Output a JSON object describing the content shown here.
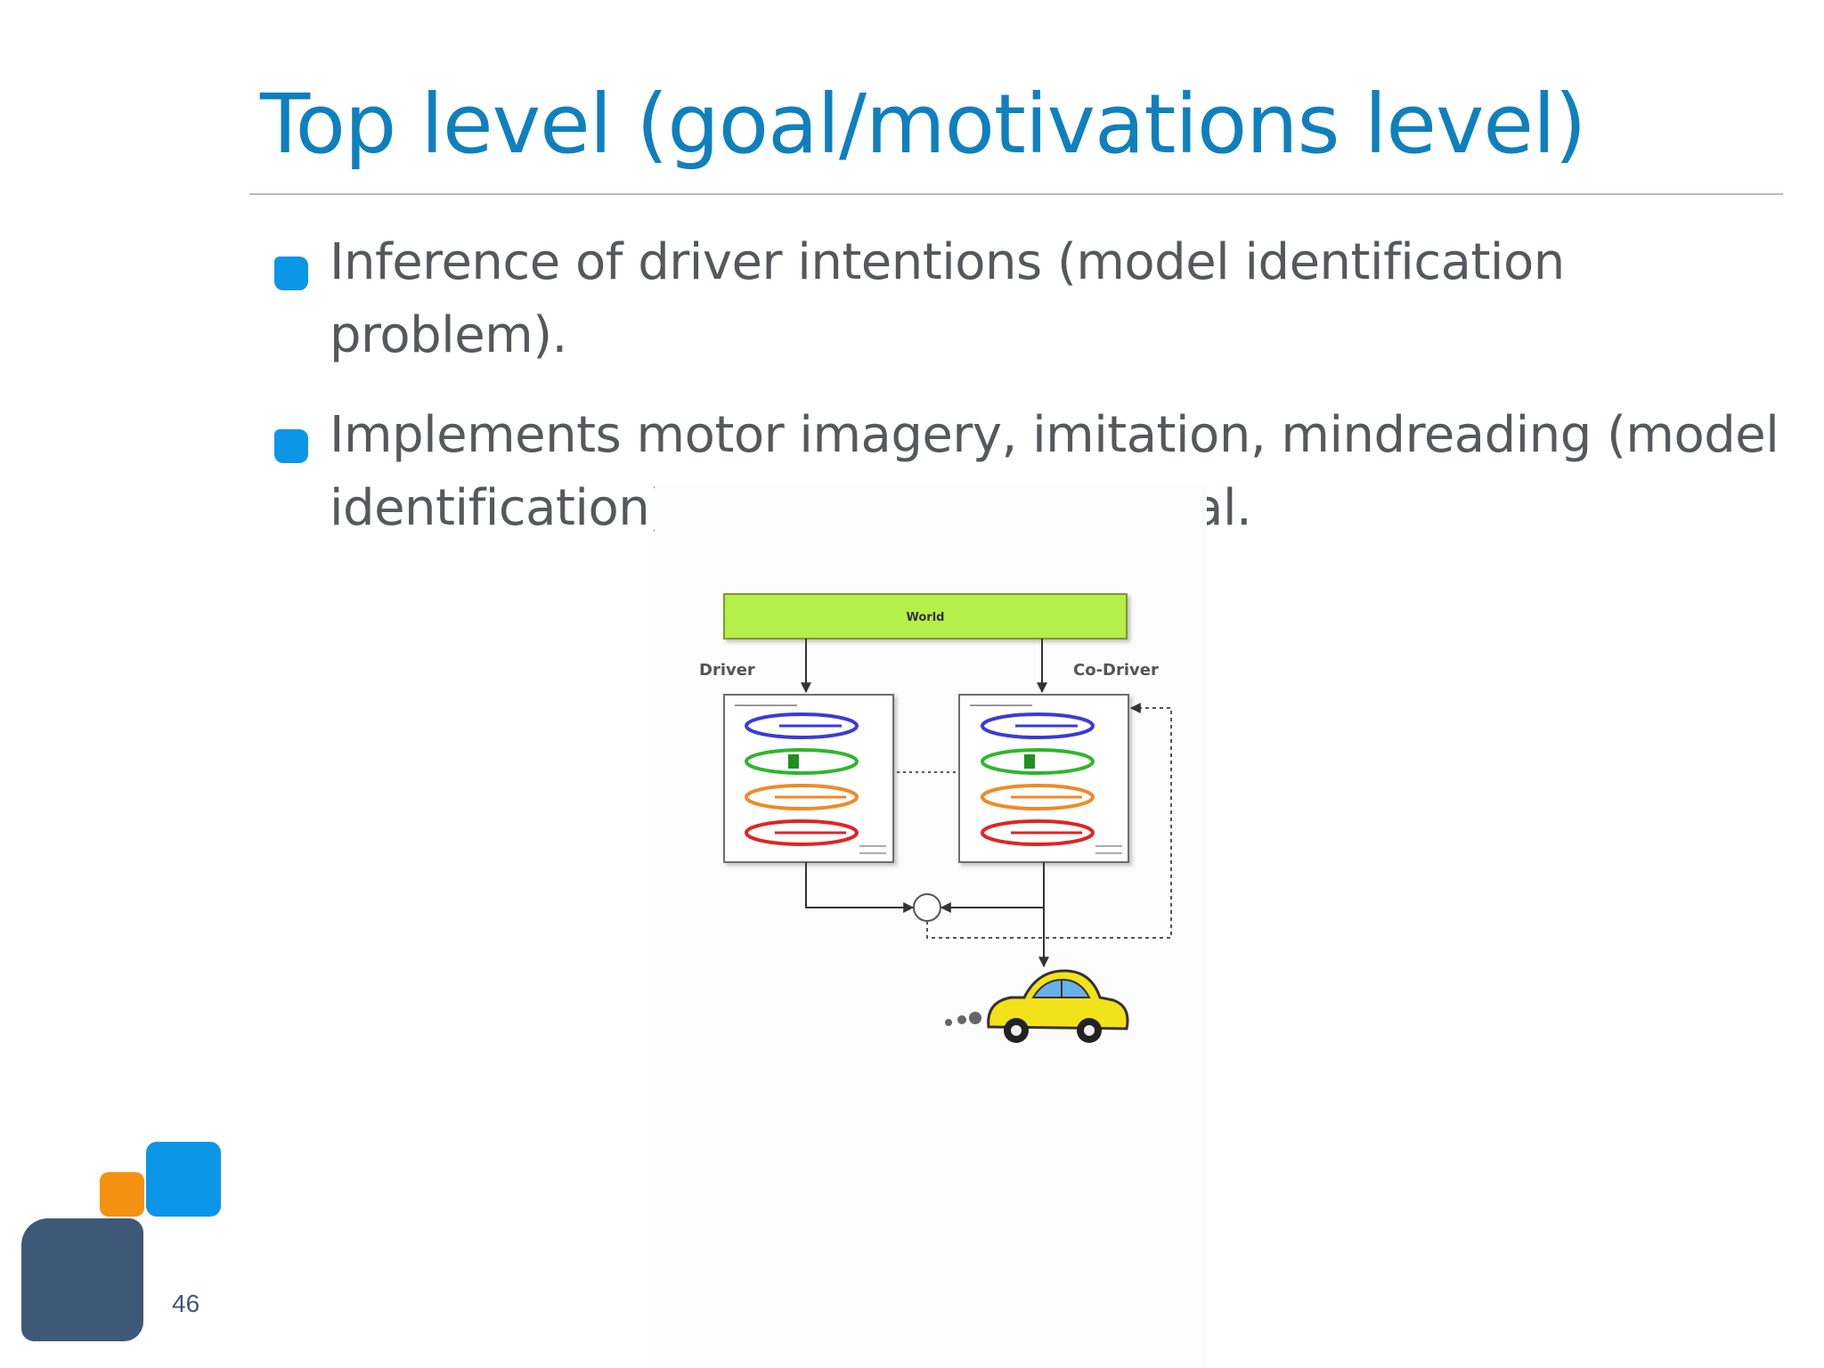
{
  "slide": {
    "title": "Top level (goal/motivations level)",
    "bullets": [
      "Inference of driver intentions (model identification problem).",
      "Implements motor imagery, imitation, mindreading (model identification) for all meaningful goal."
    ],
    "page_number": "46"
  },
  "figure": {
    "world_label": "World",
    "driver_label": "Driver",
    "codriver_label": "Co-Driver",
    "loop_colors": [
      "#3b3bd6",
      "#2fb52f",
      "#f08a24",
      "#e02424"
    ],
    "box_border_color": "#6e6e6e",
    "world_fill_color": "#b4f04a",
    "car_color": "#f2e21a"
  },
  "colors": {
    "title": "#0f80bd",
    "bullet_marker": "#0b96e8",
    "body_text": "#55585c",
    "deco_orange": "#f39112",
    "deco_blue": "#0b96e8",
    "deco_slate": "#3e5977"
  }
}
